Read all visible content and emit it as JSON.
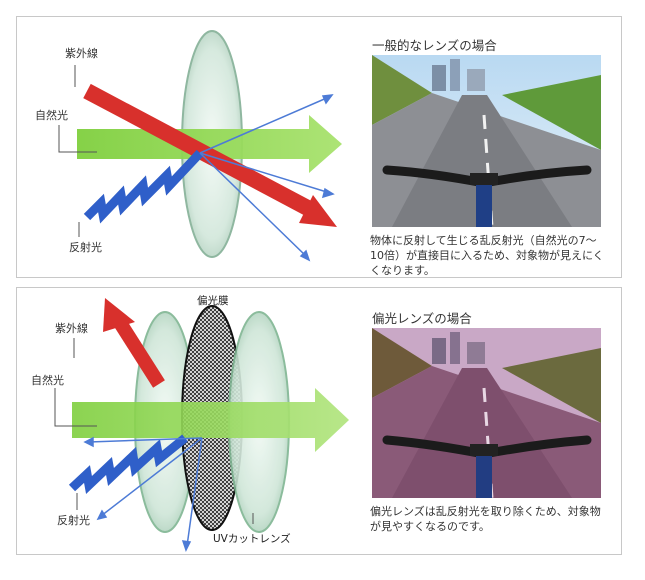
{
  "top": {
    "diagram_labels": {
      "uv": "紫外線",
      "natural": "自然光",
      "reflected": "反射光"
    },
    "title": "一般的なレンズの場合",
    "caption": "物体に反射して生じる乱反射光（自然光の7～10倍）が直接目に入るため、対象物が見えにくくなります。",
    "photo": "bicycle-road-photo-clear"
  },
  "bottom": {
    "diagram_labels": {
      "polarized_film": "偏光膜",
      "uv": "紫外線",
      "natural": "自然光",
      "reflected": "反射光",
      "uv_cut_lens": "UVカットレンズ"
    },
    "title": "偏光レンズの場合",
    "caption": "偏光レンズは乱反射光を取り除くため、対象物が見やすくなるのです。",
    "photo": "bicycle-road-photo-tinted"
  },
  "colors": {
    "uv_arrow": "#d8302c",
    "natural_arrow": "#8fd64a",
    "reflected_arrow": "#2f5fc9",
    "lens": "#cfe4d8",
    "border": "#c8c8c8"
  }
}
